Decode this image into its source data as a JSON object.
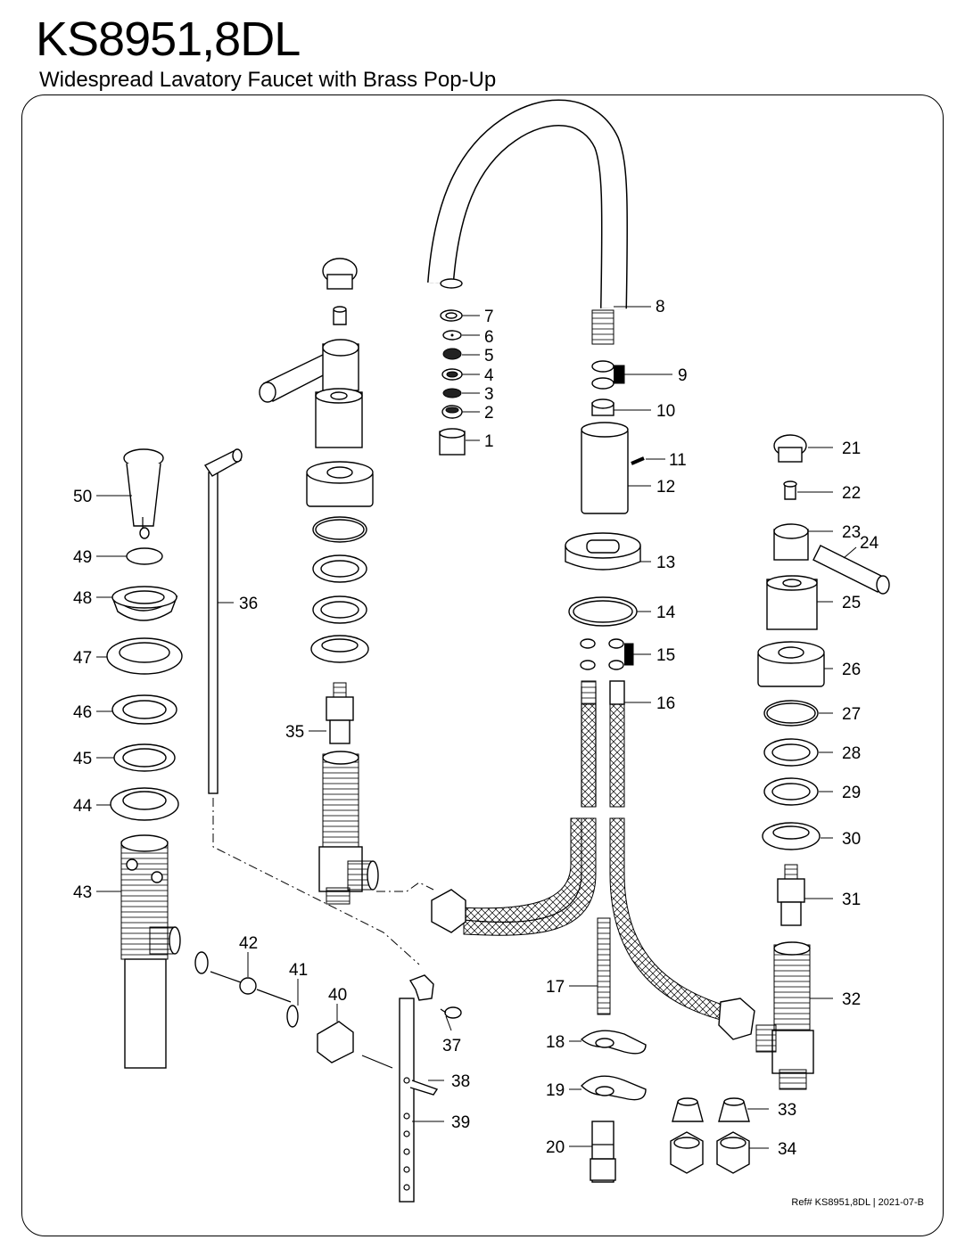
{
  "header": {
    "model": "KS8951,8DL",
    "description": "Widespread Lavatory Faucet with Brass Pop-Up"
  },
  "footer": {
    "reference": "Ref# KS8951,8DL | 2021-07-B"
  },
  "callouts": [
    "1",
    "2",
    "3",
    "4",
    "5",
    "6",
    "7",
    "8",
    "9",
    "10",
    "11",
    "12",
    "13",
    "14",
    "15",
    "16",
    "17",
    "18",
    "19",
    "20",
    "21",
    "22",
    "23",
    "24",
    "25",
    "26",
    "27",
    "28",
    "29",
    "30",
    "31",
    "32",
    "33",
    "34",
    "35",
    "36",
    "37",
    "38",
    "39",
    "40",
    "41",
    "42",
    "43",
    "44",
    "45",
    "46",
    "47",
    "48",
    "49",
    "50"
  ]
}
